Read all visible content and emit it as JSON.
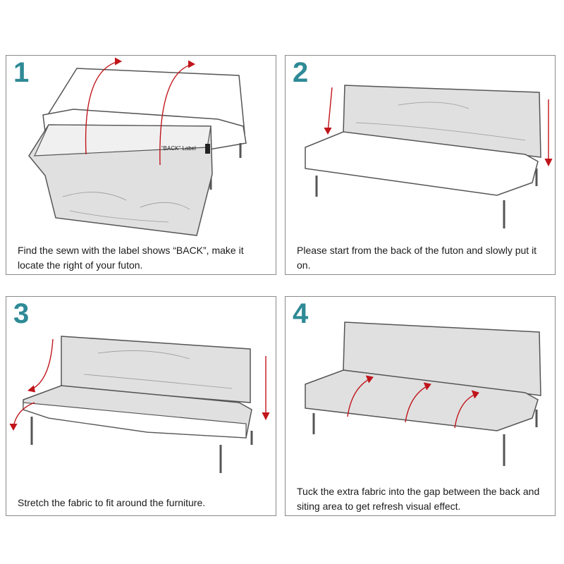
{
  "panels": [
    {
      "number": "1",
      "caption": "Find the sewn with the label shows “BACK”, make it locate the right of your futon.",
      "tag_label": "“BACK” Label",
      "tag_text": "BACK"
    },
    {
      "number": "2",
      "caption": "Please start from the back of the futon and slowly put it on."
    },
    {
      "number": "3",
      "caption": "Stretch the fabric to fit around the furniture."
    },
    {
      "number": "4",
      "caption": "Tuck the extra fabric into the gap between the back and siting area to get refresh visual effect."
    }
  ],
  "colors": {
    "accent_number": "#2e8a96",
    "arrow": "#c0151b",
    "cover_fill": "#e0e0e0",
    "outline": "#555555"
  }
}
